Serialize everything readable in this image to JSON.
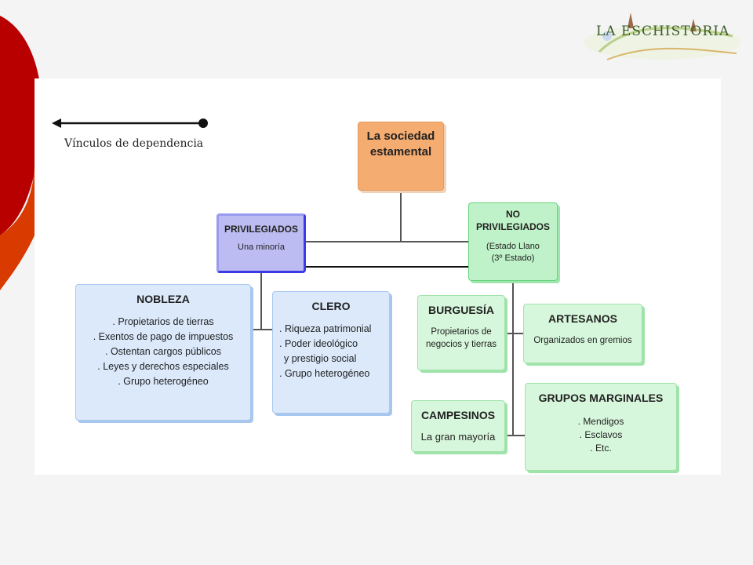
{
  "logo": {
    "text": "LA ESCHISTORIA",
    "colors": {
      "green": "#3b5d2a",
      "red": "#b52323"
    }
  },
  "legend": {
    "label": "Vínculos de dependencia"
  },
  "diagram": {
    "root": {
      "title_line1": "La sociedad",
      "title_line2": "estamental"
    },
    "privileged": {
      "title": "PRIVILEGIADOS",
      "subtitle": "Una minoría"
    },
    "non_privileged": {
      "title_line1": "NO",
      "title_line2": "PRIVILEGIADOS",
      "subtitle_line1": "(Estado Llano",
      "subtitle_line2": "(3º Estado)"
    },
    "nobility": {
      "title": "NOBLEZA",
      "items": [
        "Propietarios de tierras",
        "Exentos de pago de impuestos",
        "Ostentan cargos públicos",
        "Leyes y derechos especiales",
        "Grupo heterogéneo"
      ]
    },
    "clergy": {
      "title": "CLERO",
      "items": [
        "Riqueza patrimonial",
        "Poder ideológico",
        "Grupo heterogéneo"
      ],
      "item2_cont": "y prestigio social"
    },
    "bourgeoisie": {
      "title": "BURGUESÍA",
      "desc_line1": "Propietarios de",
      "desc_line2": "negocios y tierras"
    },
    "artisans": {
      "title": "ARTESANOS",
      "desc": "Organizados en gremios"
    },
    "peasants": {
      "title": "CAMPESINOS",
      "desc": "La gran mayoría"
    },
    "marginal": {
      "title": "GRUPOS MARGINALES",
      "items": [
        "Mendigos",
        "Esclavos",
        "Etc."
      ]
    }
  },
  "colors": {
    "orange": "#f5ac70",
    "purple": "#bcbcf2",
    "green": "#bff2c8",
    "blue": "#dbe9fb",
    "deco_red": "#b80000"
  }
}
